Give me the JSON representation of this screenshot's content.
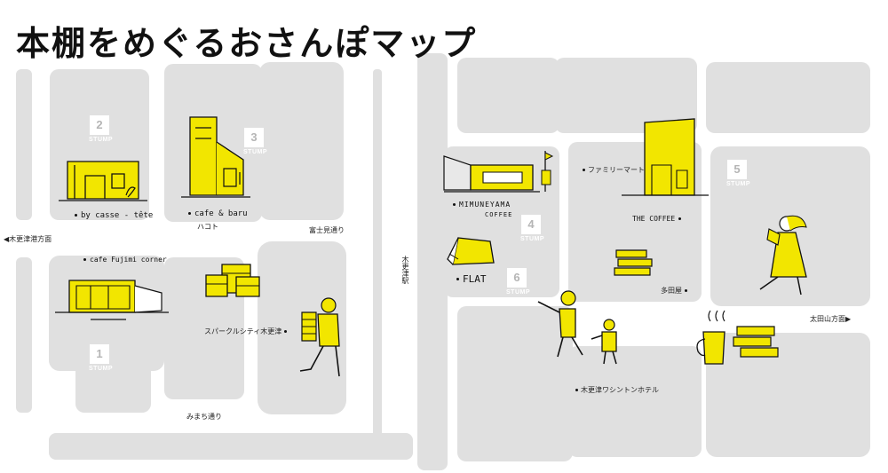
{
  "title": "本棚をめぐるおさんぽマップ",
  "colors": {
    "accent": "#f2e600",
    "block": "#e0e0e0",
    "ink": "#111111"
  },
  "stumps": [
    {
      "number": "1",
      "label": "STUMP"
    },
    {
      "number": "2",
      "label": "STUMP"
    },
    {
      "number": "3",
      "label": "STUMP"
    },
    {
      "number": "4",
      "label": "STUMP"
    },
    {
      "number": "5",
      "label": "STUMP"
    },
    {
      "number": "6",
      "label": "STUMP"
    }
  ],
  "places": {
    "by_casse_tete": "by casse - tête",
    "cafe_baru": "cafe & baru",
    "cafe_baru_sub": "ハコト",
    "cafe_fujimi": "cafe Fujimi corner",
    "sparkle_city": "スパークルシティ木更津",
    "mimuneyama": "MIMUNEYAMA",
    "mimuneyama_sub": "COFFEE",
    "flat": "FLAT",
    "familymart": "ファミリーマート",
    "the_coffee": "THE COFFEE",
    "tadaya": "多田屋",
    "washington_hotel": "木更津ワシントンホテル"
  },
  "streets": {
    "kisarazu_port": "◀木更津港方面",
    "fujimi_dori": "富士見通り",
    "station": "木更津駅",
    "ota_yama": "太田山方面▶",
    "mimachi_dori": "みまち通り"
  },
  "illustrations": [
    "cafe-shop-icon",
    "cafe-building-icon",
    "corner-cafe-icon",
    "book-boxes-icon",
    "book-carrier-person-icon",
    "coffee-shop-icon",
    "flag-pole-icon",
    "tent-icon",
    "tower-building-icon",
    "book-stack-icon",
    "pointing-adult-icon",
    "child-icon",
    "reading-woman-icon",
    "coffee-cup-icon"
  ]
}
